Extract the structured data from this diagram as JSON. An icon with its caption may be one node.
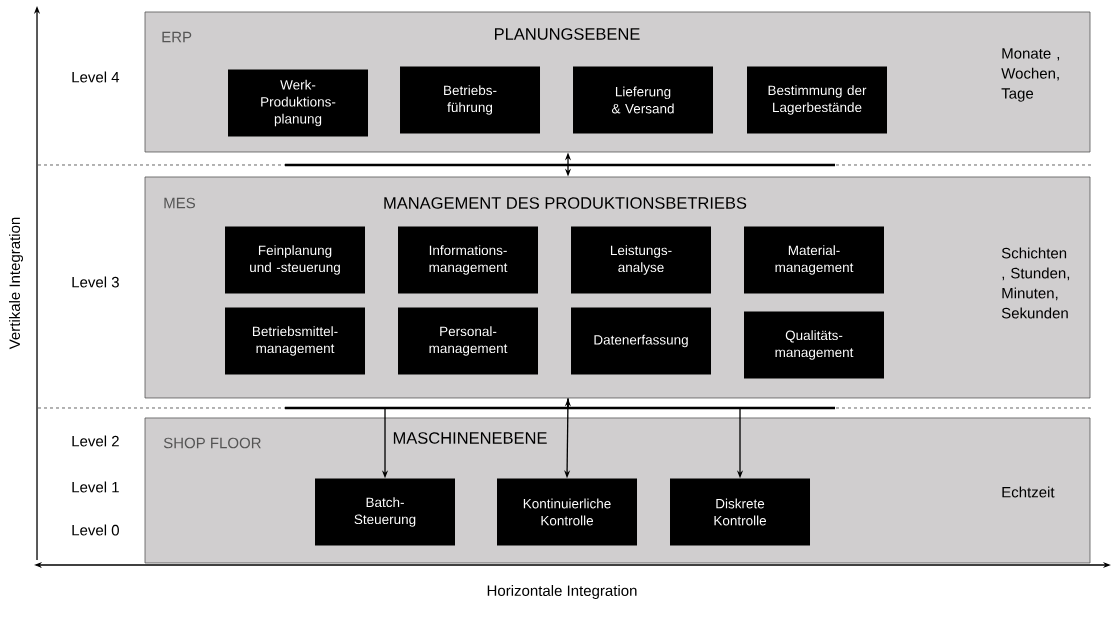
{
  "diagram": {
    "nodes": [
      {
        "text": [
          "ERP",
          "PLANUNGSEBENE"
        ]
      },
      {
        "text": [
          "Werk- Produktions- planung"
        ],
        "in": 0
      },
      {
        "text": [
          "Betriebs- führung"
        ],
        "in": 0
      },
      {
        "text": [
          "Lieferung & Versand"
        ],
        "in": 0
      },
      {
        "text": [
          "Bestimmung der Lagerbestände"
        ],
        "in": 0
      },
      {
        "text": [
          "MES",
          "MANAGEMENT DES PRODUKTIONSBETRIEBS"
        ]
      },
      {
        "text": [
          "Feinplanung und -steuerung"
        ],
        "in": 5
      },
      {
        "text": [
          "Informations- management"
        ],
        "in": 5
      },
      {
        "text": [
          "Leistungs- analyse"
        ],
        "in": 5
      },
      {
        "text": [
          "Material- management"
        ],
        "in": 5
      },
      {
        "text": [
          "Betriebsmittel- management"
        ],
        "in": 5
      },
      {
        "text": [
          "Personal- management"
        ],
        "in": 5
      },
      {
        "text": [
          "Datenerfassung"
        ],
        "in": 5
      },
      {
        "text": [
          "Qualitäts- management"
        ],
        "in": 5
      },
      {
        "text": [
          "SHOP FLOOR",
          "MASCHINENEBENE"
        ]
      },
      {
        "text": [
          "Batch- Steuerung"
        ],
        "in": 14
      },
      {
        "text": [
          "Kontinuierliche Kontrolle"
        ],
        "in": 14
      },
      {
        "text": [
          "Diskrete Kontrolle"
        ],
        "in": 14
      }
    ],
    "edges": [
      {
        "from": 0,
        "to": 5,
        "arrow": "both"
      },
      {
        "from": 5,
        "to": 16,
        "arrow": "both"
      },
      {
        "from": 5,
        "to": 15,
        "arrow": "to"
      },
      {
        "from": 5,
        "to": 17,
        "arrow": "to"
      }
    ],
    "labels": [
      "Level 4",
      "Monate , Wochen, Tage",
      "Level 3",
      "Schichten , Stunden, Minuten, Sekunden",
      "Level 2",
      "Level 1",
      "Echtzeit",
      "Level 0",
      "Vertikale Integration",
      "Horizontale Integration"
    ]
  }
}
